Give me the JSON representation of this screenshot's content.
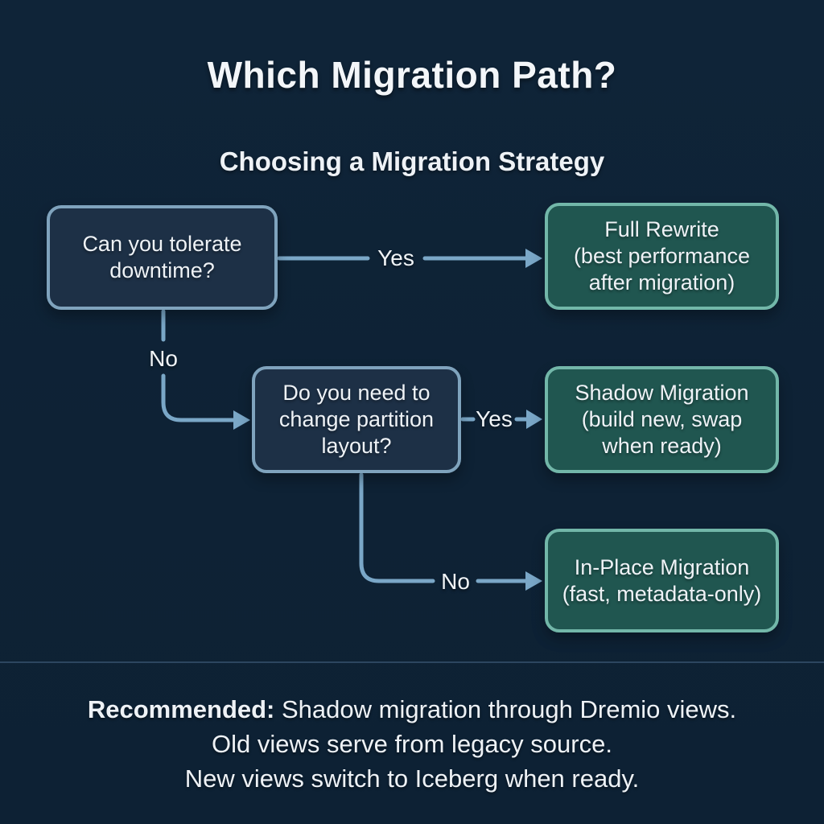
{
  "title": "Which Migration Path?",
  "subtitle": "Choosing a Migration Strategy",
  "flowchart": {
    "nodes": {
      "decision1": {
        "lines": [
          "Can you tolerate",
          "downtime?"
        ]
      },
      "decision2": {
        "lines": [
          "Do you need to",
          "change partition",
          "layout?"
        ]
      },
      "outcome_full_rewrite": {
        "lines": [
          "Full Rewrite",
          "(best performance",
          "after migration)"
        ]
      },
      "outcome_shadow": {
        "lines": [
          "Shadow Migration",
          "(build new, swap",
          "when ready)"
        ]
      },
      "outcome_inplace": {
        "lines": [
          "In-Place Migration",
          "(fast, metadata-only)"
        ]
      }
    },
    "edges": {
      "yes1": "Yes",
      "no1": "No",
      "yes2": "Yes",
      "no2": "No"
    }
  },
  "footer": {
    "emphasis": "Recommended:",
    "line1_rest": "Shadow migration through Dremio views.",
    "line2": "Old views serve from legacy source.",
    "line3": "New views switch to Iceberg when ready."
  },
  "colors": {
    "background": "#0f2438",
    "decision_fill": "#1d3046",
    "decision_border": "#7fa3bd",
    "outcome_fill": "#205650",
    "outcome_border": "#72b7a9",
    "connector": "#7aa7c7",
    "text": "#eef2f6"
  }
}
